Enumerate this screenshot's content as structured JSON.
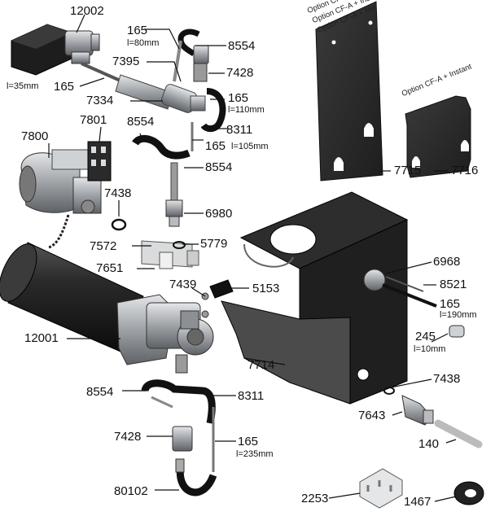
{
  "parts": {
    "p12002": "12002",
    "p165_top": "165",
    "p165_top_len": "l=80mm",
    "p8554_top": "8554",
    "p7395": "7395",
    "p7428_top": "7428",
    "p165_left_len": "l=35mm",
    "p165_left": "165",
    "p7334": "7334",
    "p165_mid": "165",
    "p165_mid_len": "l=110mm",
    "p7800": "7800",
    "p7801": "7801",
    "p8554_mid": "8554",
    "p8311_top": "8311",
    "p165_mid2": "165",
    "p165_mid2_len": "l=105mm",
    "p8554_mid2": "8554",
    "p7438_left": "7438",
    "p6980": "6980",
    "p7572": "7572",
    "p5779": "5779",
    "p7651": "7651",
    "p7439": "7439",
    "p5153": "5153",
    "p6968": "6968",
    "p8521": "8521",
    "p165_right": "165",
    "p165_right_len": "l=190mm",
    "p12001": "12001",
    "p245": "245",
    "p245_len": "l=10mm",
    "p7714": "7714",
    "p7438_right": "7438",
    "p8554_bottom": "8554",
    "p8311_bottom": "8311",
    "p7643": "7643",
    "p7428_bottom": "7428",
    "p165_bottom": "165",
    "p165_bottom_len": "l=235mm",
    "p140": "140",
    "p80102": "80102",
    "p2253": "2253",
    "p1467": "1467",
    "p7715": "7715",
    "p7716": "7716"
  },
  "options": {
    "line1": "Option CF-A",
    "line2": "Option CF-A + Instant",
    "line3": "Option CF-A + Mo",
    "cfa_instant": "Option CF-A + Instant"
  },
  "colors": {
    "ink": "#111111",
    "plate": "#2b2b2b",
    "metal": "#a9acb0",
    "black_part": "#1a1a1a"
  }
}
